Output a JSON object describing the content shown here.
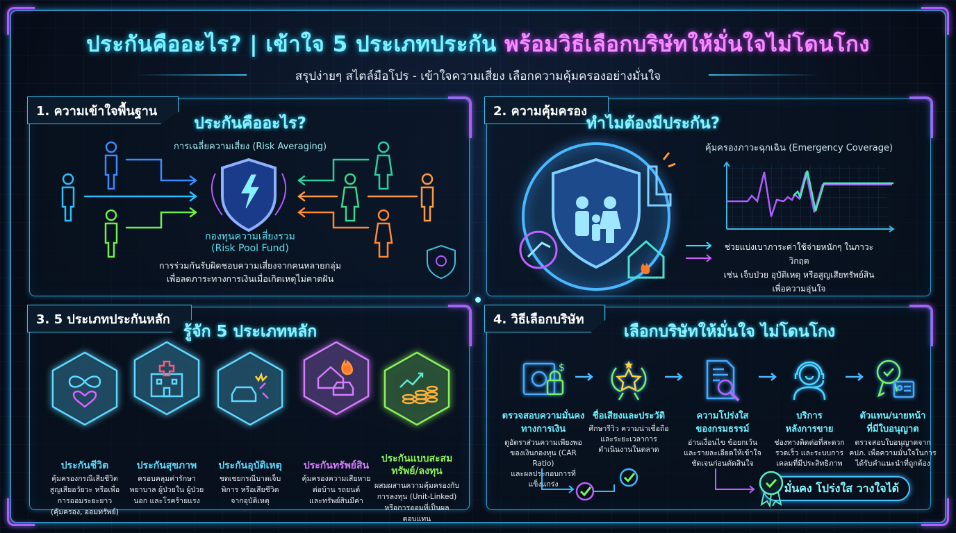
{
  "header": {
    "title_part1": "ประกันคืออะไร? | เข้าใจ 5 ประเภทประกัน",
    "title_part2": "พร้อมวิธีเลือกบริษัทให้มั่นใจไม่โดนโกง",
    "subtitle": "สรุปง่ายๆ สไตล์มือโปร - เข้าใจความเสี่ยง เลือกความคุ้มครองอย่างมั่นใจ"
  },
  "colors": {
    "cyan": "#7ff2ff",
    "pink": "#f58cff",
    "border": "#2a9fd0",
    "purple": "#b05cff",
    "green": "#7cf25a",
    "orange": "#ff9a3c"
  },
  "panel1": {
    "tag": "1. ความเข้าใจพื้นฐาน",
    "heading": "ประกันคืออะไร?",
    "subheading": "การเฉลี่ยความเสี่ยง (Risk Averaging)",
    "pool_label": "กองทุนความเสี่ยงรวม",
    "pool_label_en": "(Risk Pool Fund)",
    "desc_line1": "การร่วมกันรับผิดชอบความเสี่ยงจากคนหลายกลุ่ม",
    "desc_line2": "เพื่อลดภาระทางการเงินเมื่อเกิดเหตุไม่คาดฝัน"
  },
  "panel2": {
    "tag": "2. ความคุ้มครอง",
    "heading": "ทำไมต้องมีประกัน?",
    "chart_label": "คุ้มครองภาวะฉุกเฉิน (Emergency Coverage)",
    "desc_line1": "ช่วยแบ่งเบาภาระค่าใช้จ่ายหนักๆ ในภาวะวิกฤต",
    "desc_line2": "เช่น เจ็บป่วย อุบัติเหตุ หรือสูญเสียทรัพย์สิน",
    "desc_line3": "เพื่อความอุ่นใจ"
  },
  "panel3": {
    "tag": "3. 5 ประเภทประกันหลัก",
    "heading": "รู้จัก 5 ประเภทหลัก",
    "types": [
      {
        "label": "ประกันชีวิต",
        "desc": [
          "คุ้มครองกรณีเสียชีวิต",
          "สูญเสียอวัยวะ หรือเพื่อ",
          "การออมระยะยาว",
          "(คุ้มครอง, ออมทรัพย์)"
        ],
        "color": "#5fd8ff",
        "icon": "infinity-heart-icon"
      },
      {
        "label": "ประกันสุขภาพ",
        "desc": [
          "ครอบคลุมค่ารักษา",
          "พยาบาล ผู้ป่วยใน ผู้ป่วย",
          "นอก และโรคร้ายแรง"
        ],
        "color": "#5fd8ff",
        "icon": "hospital-icon"
      },
      {
        "label": "ประกันอุบัติเหตุ",
        "desc": [
          "ชดเชยกรณีบาดเจ็บ",
          "พิการ หรือเสียชีวิต",
          "จากอุบัติเหตุ"
        ],
        "color": "#5fd8ff",
        "icon": "car-accident-icon"
      },
      {
        "label": "ประกันทรัพย์สิน",
        "desc": [
          "คุ้มครองความเสียหาย",
          "ต่อบ้าน รถยนต์",
          "และทรัพย์สินมีค่า"
        ],
        "color": "#d77cff",
        "icon": "house-fire-car-icon"
      },
      {
        "label": "ประกันแบบสะสมทรัพย์/ลงทุน",
        "desc": [
          "ผสมผสานความคุ้มครองกับ",
          "การลงทุน (Unit-Linked)",
          "หรือการออมที่เป็นผลตอบแทน"
        ],
        "color": "#8cf25a",
        "icon": "coins-growth-icon"
      }
    ]
  },
  "panel4": {
    "tag": "4. วิธีเลือกบริษัท",
    "heading": "เลือกบริษัทให้มั่นใจ ไม่โดนโกง",
    "steps": [
      {
        "title": [
          "ตรวจสอบความมั่นคง",
          "ทางการเงิน"
        ],
        "desc": [
          "ดูอัตราส่วนความเพียงพอ",
          "ของเงินกองทุน (CAR Ratio)",
          "และผลประกอบการที่แข็งแกร่ง"
        ],
        "icon": "safe-lock-icon"
      },
      {
        "title": [
          "ชื่อเสียงและประวัติ"
        ],
        "desc": [
          "ศึกษารีวิว ความน่าเชื่อถือ",
          "และระยะเวลาการ",
          "ดำเนินงานในตลาด"
        ],
        "icon": "star-laurel-icon"
      },
      {
        "title": [
          "ความโปร่งใส",
          "ของกรมธรรม์"
        ],
        "desc": [
          "อ่านเงื่อนไข ข้อยกเว้น",
          "และรายละเอียดให้เข้าใจ",
          "ชัดเจนก่อนตัดสินใจ"
        ],
        "icon": "document-search-icon"
      },
      {
        "title": [
          "บริการ",
          "หลังการขาย"
        ],
        "desc": [
          "ช่องทางติดต่อที่สะดวก",
          "รวดเร็ว และระบบการ",
          "เคลมที่มีประสิทธิภาพ"
        ],
        "icon": "support-agent-icon"
      },
      {
        "title": [
          "ตัวแทน/นายหน้า",
          "ที่มีใบอนุญาต"
        ],
        "desc": [
          "ตรวจสอบใบอนุญาตจาก",
          "คปภ. เพื่อความมั่นใจในการ",
          "ได้รับคำแนะนำที่ถูกต้อง"
        ],
        "icon": "license-badge-icon"
      }
    ],
    "badge": "มั่นคง โปร่งใส วางใจได้"
  }
}
